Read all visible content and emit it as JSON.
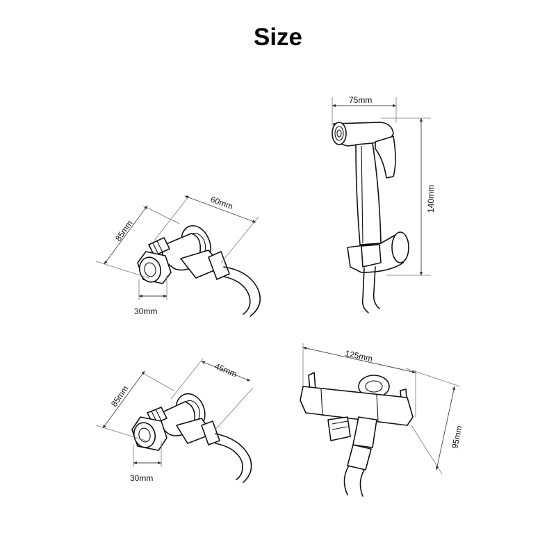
{
  "title": "Size",
  "fixtures": {
    "angle_valve_top": {
      "height_label": "85mm",
      "depth_label": "60mm",
      "width_label": "30mm"
    },
    "sprayer": {
      "width_label": "75mm",
      "height_label": "140mm"
    },
    "angle_valve_bottom": {
      "height_label": "85mm",
      "depth_label": "45mm",
      "width_label": "30mm"
    },
    "tee_valve": {
      "width_label": "125mm",
      "height_label": "95mm"
    }
  }
}
